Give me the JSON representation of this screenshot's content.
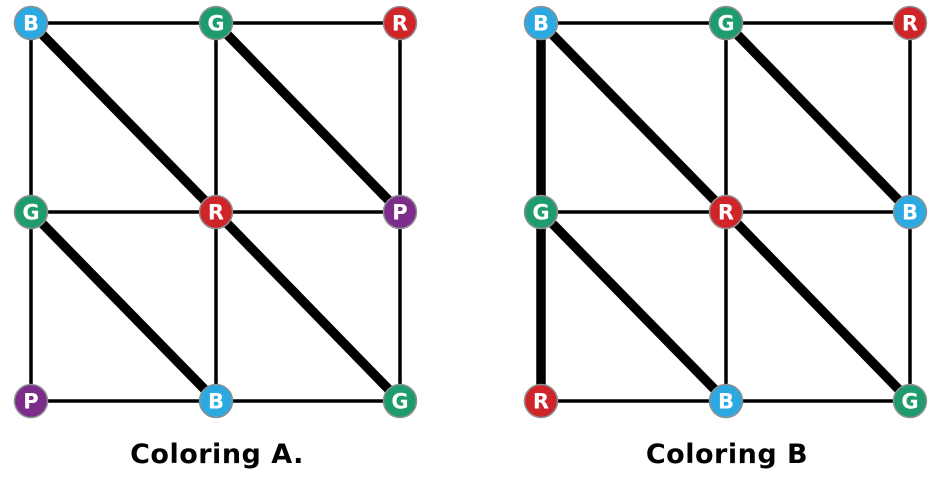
{
  "figure": {
    "palette": {
      "blue": "#2CA9E1",
      "green": "#1E9C6D",
      "red": "#CF2428",
      "purple": "#7C2C8A",
      "edge": "#000000",
      "node_outline": "#8f9092",
      "letter": "#ffffff"
    },
    "graphs": [
      {
        "caption": "Coloring A.",
        "nodes": [
          {
            "row": 0,
            "col": 0,
            "label": "B",
            "color": "blue"
          },
          {
            "row": 0,
            "col": 1,
            "label": "G",
            "color": "green"
          },
          {
            "row": 0,
            "col": 2,
            "label": "R",
            "color": "red"
          },
          {
            "row": 1,
            "col": 0,
            "label": "G",
            "color": "green"
          },
          {
            "row": 1,
            "col": 1,
            "label": "R",
            "color": "red"
          },
          {
            "row": 1,
            "col": 2,
            "label": "P",
            "color": "purple"
          },
          {
            "row": 2,
            "col": 0,
            "label": "P",
            "color": "purple"
          },
          {
            "row": 2,
            "col": 1,
            "label": "B",
            "color": "blue"
          },
          {
            "row": 2,
            "col": 2,
            "label": "G",
            "color": "green"
          }
        ],
        "edges": [
          {
            "from": [
              0,
              0
            ],
            "to": [
              0,
              1
            ],
            "thick": false
          },
          {
            "from": [
              0,
              1
            ],
            "to": [
              0,
              2
            ],
            "thick": false
          },
          {
            "from": [
              1,
              0
            ],
            "to": [
              1,
              1
            ],
            "thick": false
          },
          {
            "from": [
              1,
              1
            ],
            "to": [
              1,
              2
            ],
            "thick": false
          },
          {
            "from": [
              2,
              0
            ],
            "to": [
              2,
              1
            ],
            "thick": false
          },
          {
            "from": [
              2,
              1
            ],
            "to": [
              2,
              2
            ],
            "thick": false
          },
          {
            "from": [
              0,
              0
            ],
            "to": [
              1,
              0
            ],
            "thick": false
          },
          {
            "from": [
              1,
              0
            ],
            "to": [
              2,
              0
            ],
            "thick": false
          },
          {
            "from": [
              0,
              1
            ],
            "to": [
              1,
              1
            ],
            "thick": false
          },
          {
            "from": [
              1,
              1
            ],
            "to": [
              2,
              1
            ],
            "thick": false
          },
          {
            "from": [
              0,
              2
            ],
            "to": [
              1,
              2
            ],
            "thick": false
          },
          {
            "from": [
              1,
              2
            ],
            "to": [
              2,
              2
            ],
            "thick": false
          },
          {
            "from": [
              0,
              0
            ],
            "to": [
              1,
              1
            ],
            "thick": true
          },
          {
            "from": [
              0,
              1
            ],
            "to": [
              1,
              2
            ],
            "thick": true
          },
          {
            "from": [
              1,
              0
            ],
            "to": [
              2,
              1
            ],
            "thick": true
          },
          {
            "from": [
              1,
              1
            ],
            "to": [
              2,
              2
            ],
            "thick": true
          }
        ]
      },
      {
        "caption": "Coloring B",
        "nodes": [
          {
            "row": 0,
            "col": 0,
            "label": "B",
            "color": "blue"
          },
          {
            "row": 0,
            "col": 1,
            "label": "G",
            "color": "green"
          },
          {
            "row": 0,
            "col": 2,
            "label": "R",
            "color": "red"
          },
          {
            "row": 1,
            "col": 0,
            "label": "G",
            "color": "green"
          },
          {
            "row": 1,
            "col": 1,
            "label": "R",
            "color": "red"
          },
          {
            "row": 1,
            "col": 2,
            "label": "B",
            "color": "blue"
          },
          {
            "row": 2,
            "col": 0,
            "label": "R",
            "color": "red"
          },
          {
            "row": 2,
            "col": 1,
            "label": "B",
            "color": "blue"
          },
          {
            "row": 2,
            "col": 2,
            "label": "G",
            "color": "green"
          }
        ],
        "edges": [
          {
            "from": [
              0,
              0
            ],
            "to": [
              0,
              1
            ],
            "thick": false
          },
          {
            "from": [
              0,
              1
            ],
            "to": [
              0,
              2
            ],
            "thick": false
          },
          {
            "from": [
              1,
              0
            ],
            "to": [
              1,
              1
            ],
            "thick": false
          },
          {
            "from": [
              1,
              1
            ],
            "to": [
              1,
              2
            ],
            "thick": false
          },
          {
            "from": [
              2,
              0
            ],
            "to": [
              2,
              1
            ],
            "thick": false
          },
          {
            "from": [
              2,
              1
            ],
            "to": [
              2,
              2
            ],
            "thick": false
          },
          {
            "from": [
              0,
              0
            ],
            "to": [
              1,
              0
            ],
            "thick": true
          },
          {
            "from": [
              1,
              0
            ],
            "to": [
              2,
              0
            ],
            "thick": true
          },
          {
            "from": [
              0,
              1
            ],
            "to": [
              1,
              1
            ],
            "thick": false
          },
          {
            "from": [
              1,
              1
            ],
            "to": [
              2,
              1
            ],
            "thick": false
          },
          {
            "from": [
              0,
              2
            ],
            "to": [
              1,
              2
            ],
            "thick": false
          },
          {
            "from": [
              1,
              2
            ],
            "to": [
              2,
              2
            ],
            "thick": false
          },
          {
            "from": [
              0,
              0
            ],
            "to": [
              1,
              1
            ],
            "thick": true
          },
          {
            "from": [
              0,
              1
            ],
            "to": [
              1,
              2
            ],
            "thick": true
          },
          {
            "from": [
              1,
              0
            ],
            "to": [
              2,
              1
            ],
            "thick": true
          },
          {
            "from": [
              1,
              1
            ],
            "to": [
              2,
              2
            ],
            "thick": true
          }
        ]
      }
    ]
  }
}
